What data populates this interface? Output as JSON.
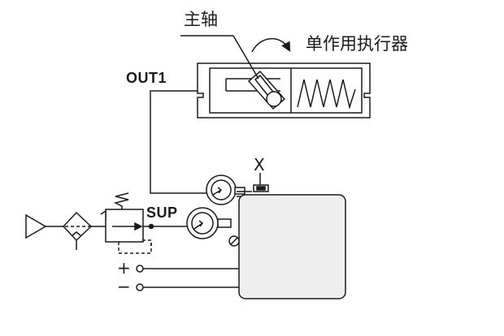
{
  "labels": {
    "main_shaft": "主轴",
    "single_acting_actuator": "单作用执行器",
    "out1": "OUT1",
    "sup": "SUP",
    "exhaust_mark": "X",
    "plus": "+",
    "minus": "−"
  },
  "colors": {
    "line": "#1a1a1a",
    "unit_fill": "#eeeeee",
    "background": "#ffffff"
  },
  "icons": {
    "rotation": "curved-arrow-icon",
    "spring": "spring-icon",
    "gauge": "pressure-gauge-icon",
    "filter": "filter-regulator-icon",
    "source": "air-source-triangle-icon"
  }
}
